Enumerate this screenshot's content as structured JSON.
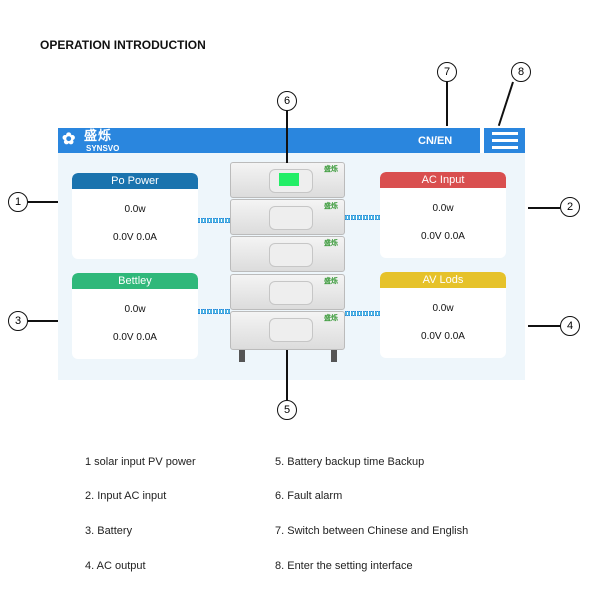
{
  "title": "OPERATION INTRODUCTION",
  "header": {
    "logo_cn": "盛烁",
    "logo_en": "SYNSVO",
    "lang_toggle": "CN/EN",
    "menu_icon": "hamburger-menu-icon",
    "color": "#2a86de"
  },
  "cards": [
    {
      "title": "Po Power",
      "power": "0.0w",
      "va": "0.0V  0.0A",
      "color": "#1a73ae"
    },
    {
      "title": "AC Input",
      "power": "0.0w",
      "va": "0.0V  0.0A",
      "color": "#d94f4f"
    },
    {
      "title": "Bettley",
      "power": "0.0w",
      "va": "0.0V  0.0A",
      "color": "#2fb87a"
    },
    {
      "title": "AV Lods",
      "power": "0.0w",
      "va": "0.0V  0.0A",
      "color": "#e6c22a"
    }
  ],
  "battery": {
    "brand": "盛烁"
  },
  "callouts": [
    "1",
    "2",
    "3",
    "4",
    "5",
    "6",
    "7",
    "8"
  ],
  "legend": [
    "1 solar input PV power",
    "2. Input AC input",
    "3. Battery",
    "4. AC output",
    "5. Battery backup time Backup",
    "6. Fault alarm",
    "7. Switch between Chinese and English",
    "8. Enter the setting interface"
  ]
}
